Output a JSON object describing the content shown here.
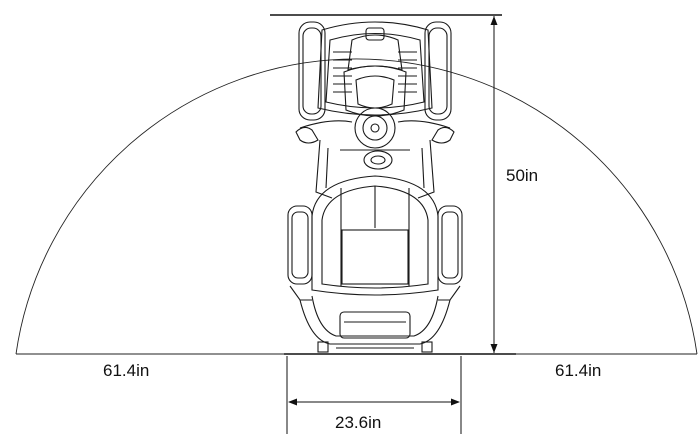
{
  "dimensions": {
    "left_radius": "61.4in",
    "right_radius": "61.4in",
    "height": "50in",
    "width": "23.6in"
  },
  "colors": {
    "line": "#111111",
    "background": "#ffffff"
  }
}
